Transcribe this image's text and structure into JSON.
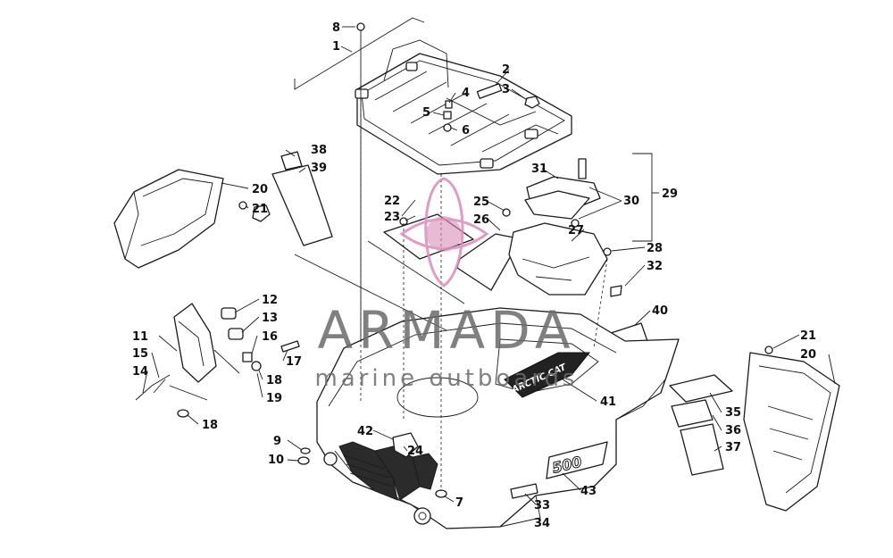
{
  "watermark": {
    "brand": "ARMADA",
    "tagline": "marine outboards",
    "logo_color": "#d98cb8"
  },
  "decals": {
    "side_model": "ARCTIC CAT",
    "front_model": "500"
  },
  "callouts": [
    {
      "id": "c1",
      "label": "1"
    },
    {
      "id": "c2",
      "label": "2"
    },
    {
      "id": "c3",
      "label": "3"
    },
    {
      "id": "c4",
      "label": "4"
    },
    {
      "id": "c5",
      "label": "5"
    },
    {
      "id": "c6",
      "label": "6"
    },
    {
      "id": "c7",
      "label": "7"
    },
    {
      "id": "c8",
      "label": "8"
    },
    {
      "id": "c9",
      "label": "9"
    },
    {
      "id": "c10",
      "label": "10"
    },
    {
      "id": "c11",
      "label": "11"
    },
    {
      "id": "c12",
      "label": "12"
    },
    {
      "id": "c13",
      "label": "13"
    },
    {
      "id": "c14",
      "label": "14"
    },
    {
      "id": "c15",
      "label": "15"
    },
    {
      "id": "c16",
      "label": "16"
    },
    {
      "id": "c17",
      "label": "17"
    },
    {
      "id": "c18a",
      "label": "18"
    },
    {
      "id": "c18b",
      "label": "18"
    },
    {
      "id": "c19",
      "label": "19"
    },
    {
      "id": "c20a",
      "label": "20"
    },
    {
      "id": "c20b",
      "label": "20"
    },
    {
      "id": "c21a",
      "label": "21"
    },
    {
      "id": "c21b",
      "label": "21"
    },
    {
      "id": "c22",
      "label": "22"
    },
    {
      "id": "c23",
      "label": "23"
    },
    {
      "id": "c24",
      "label": "24"
    },
    {
      "id": "c25",
      "label": "25"
    },
    {
      "id": "c26",
      "label": "26"
    },
    {
      "id": "c27",
      "label": "27"
    },
    {
      "id": "c28",
      "label": "28"
    },
    {
      "id": "c29",
      "label": "29"
    },
    {
      "id": "c30",
      "label": "30"
    },
    {
      "id": "c31",
      "label": "31"
    },
    {
      "id": "c32",
      "label": "32"
    },
    {
      "id": "c33",
      "label": "33"
    },
    {
      "id": "c34",
      "label": "34"
    },
    {
      "id": "c35",
      "label": "35"
    },
    {
      "id": "c36",
      "label": "36"
    },
    {
      "id": "c37",
      "label": "37"
    },
    {
      "id": "c38",
      "label": "38"
    },
    {
      "id": "c39",
      "label": "39"
    },
    {
      "id": "c40",
      "label": "40"
    },
    {
      "id": "c41",
      "label": "41"
    },
    {
      "id": "c42",
      "label": "42"
    },
    {
      "id": "c43",
      "label": "43"
    }
  ]
}
